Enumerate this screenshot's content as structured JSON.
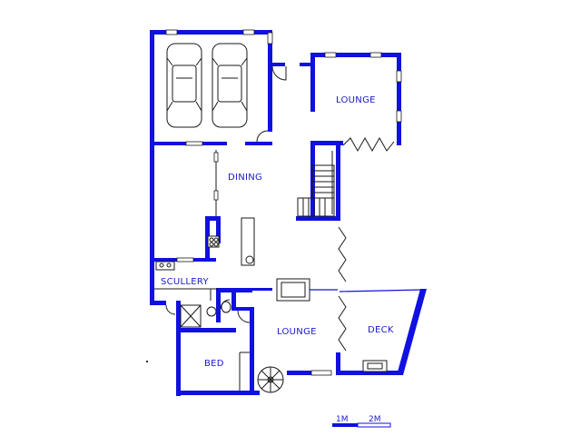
{
  "rooms": {
    "lounge_upper": "LOUNGE",
    "dining": "DINING",
    "scullery": "SCULLERY",
    "lounge_lower": "LOUNGE",
    "deck": "DECK",
    "bed": "BED"
  },
  "scale": {
    "mark_1": "1M",
    "mark_2": "2M"
  },
  "colors": {
    "wall": "#1010e0",
    "label": "#1a1acc"
  }
}
